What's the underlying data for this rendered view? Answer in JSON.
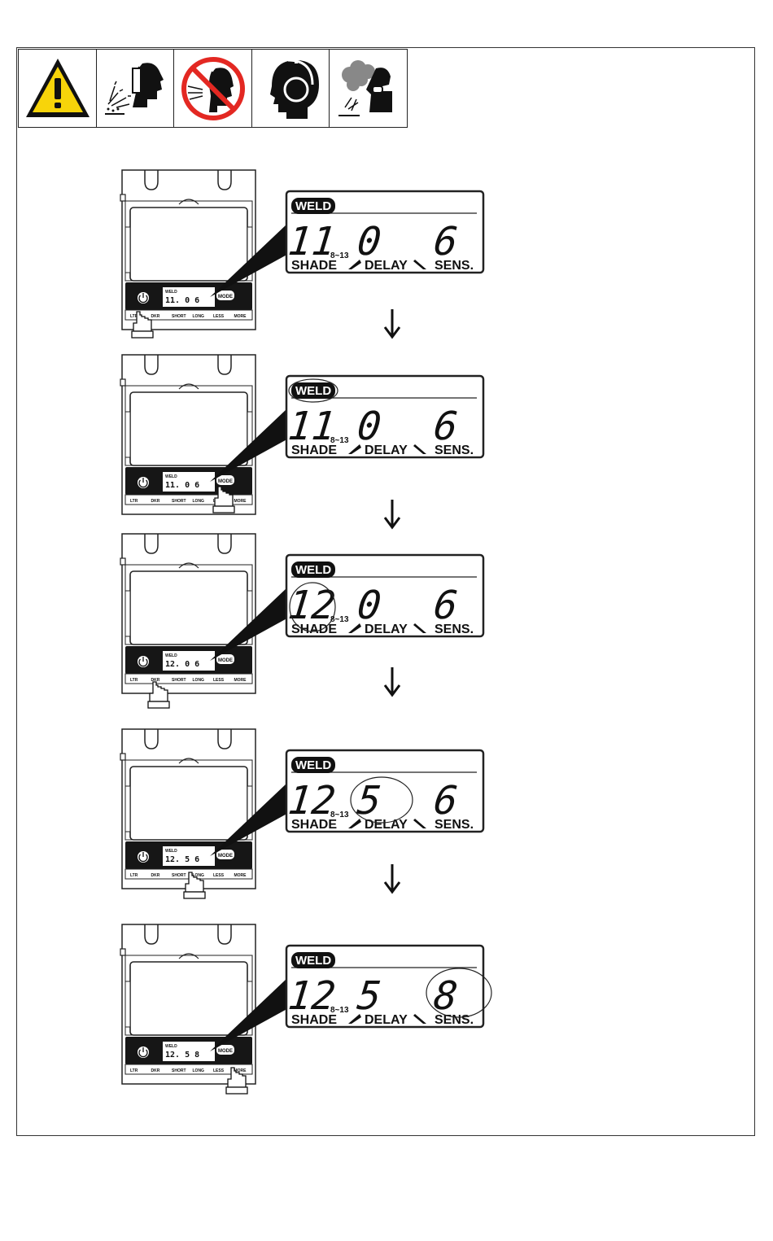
{
  "colors": {
    "warning_yellow": "#f7d40a",
    "prohibition_red": "#e32822",
    "ink": "#111111",
    "panel_black": "#161616"
  },
  "symbols": [
    {
      "name": "warning-triangle-icon"
    },
    {
      "name": "sparks-face-shield-icon"
    },
    {
      "name": "no-unprotected-face-icon"
    },
    {
      "name": "ear-protection-icon"
    },
    {
      "name": "fumes-respirator-icon"
    }
  ],
  "display": {
    "mode_label": "WELD",
    "shade_label": "SHADE",
    "shade_range": "8~13",
    "delay_label": "DELAY",
    "sens_label": "SENS."
  },
  "helmet_panel": {
    "mode_button": "MODE",
    "buttons": [
      "LTR",
      "DKR",
      "SHORT",
      "LONG",
      "LESS",
      "MORE"
    ]
  },
  "steps": [
    {
      "shade": "11",
      "delay": "0",
      "sens": "6",
      "highlight": "none",
      "pressed": "power"
    },
    {
      "shade": "11",
      "delay": "0",
      "sens": "6",
      "highlight": "mode",
      "pressed": "mode"
    },
    {
      "shade": "12",
      "delay": "0",
      "sens": "6",
      "highlight": "shade",
      "pressed": "DKR"
    },
    {
      "shade": "12",
      "delay": "5",
      "sens": "6",
      "highlight": "delay",
      "pressed": "LONG"
    },
    {
      "shade": "12",
      "delay": "5",
      "sens": "8",
      "highlight": "sens",
      "pressed": "MORE"
    }
  ]
}
